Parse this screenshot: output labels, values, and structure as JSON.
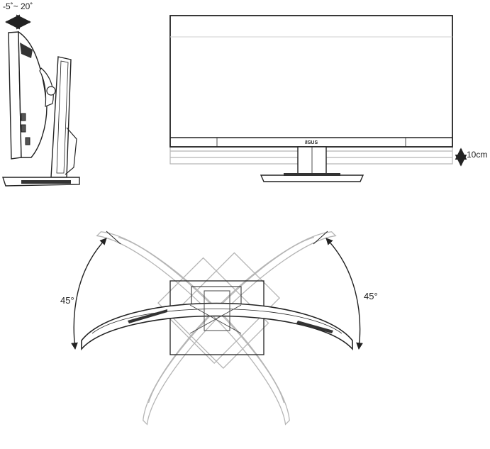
{
  "labels": {
    "tilt_range": "-5˚~ 20˚",
    "height_adjust": "10cm",
    "swivel_left": "45°",
    "swivel_right": "45°"
  },
  "brand": {
    "logo_text": "/ISUS"
  },
  "colors": {
    "line": "#222222",
    "ghost": "#b5b5b5",
    "background": "#ffffff"
  }
}
